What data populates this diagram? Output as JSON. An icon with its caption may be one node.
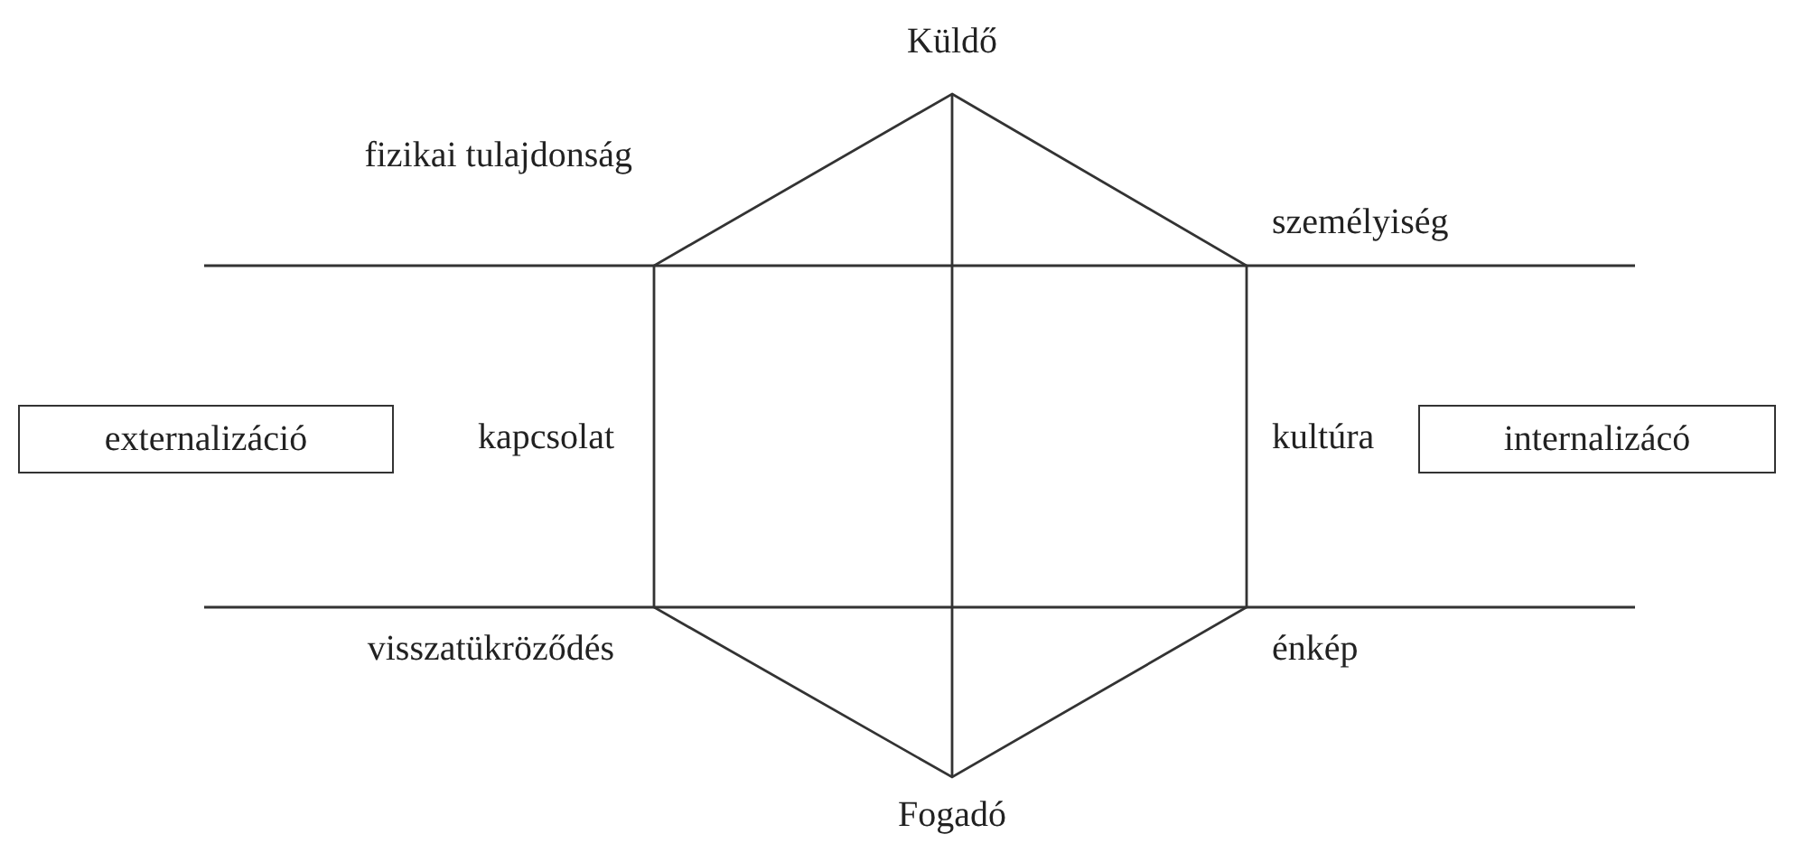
{
  "diagram": {
    "nodes": [
      {
        "text": [
          "externalizáció"
        ]
      },
      {
        "text": [
          "internalizácó"
        ]
      }
    ],
    "labels": [
      "Küldő",
      "fizikai tulajdonság",
      "személyiség",
      "kapcsolat",
      "kultúra",
      "visszatükröződés",
      "énkép",
      "Fogadó"
    ]
  }
}
